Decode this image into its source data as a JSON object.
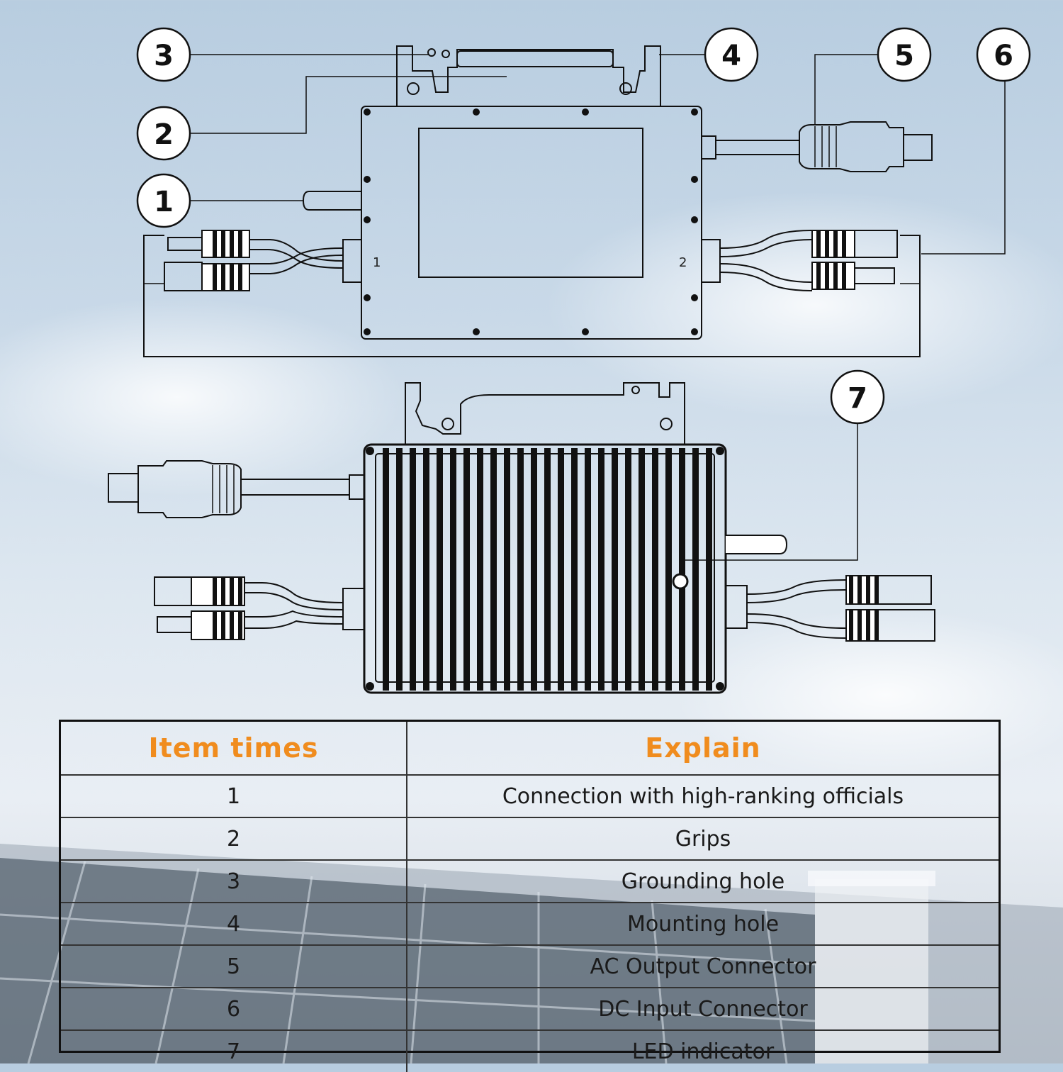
{
  "callouts": [
    "1",
    "2",
    "3",
    "4",
    "5",
    "6",
    "7"
  ],
  "ports": {
    "input_left": "1",
    "input_right": "2"
  },
  "table": {
    "headers": [
      "Item times",
      "Explain"
    ],
    "rows": [
      [
        "1",
        "Connection with high-ranking officials"
      ],
      [
        "2",
        "Grips"
      ],
      [
        "3",
        "Grounding hole"
      ],
      [
        "4",
        "Mounting hole"
      ],
      [
        "5",
        "AC Output Connector"
      ],
      [
        "6",
        "DC Input Connector"
      ],
      [
        "7",
        "LED indicator"
      ]
    ]
  },
  "colors": {
    "header_text": "#f08c1e",
    "line": "#111111"
  }
}
